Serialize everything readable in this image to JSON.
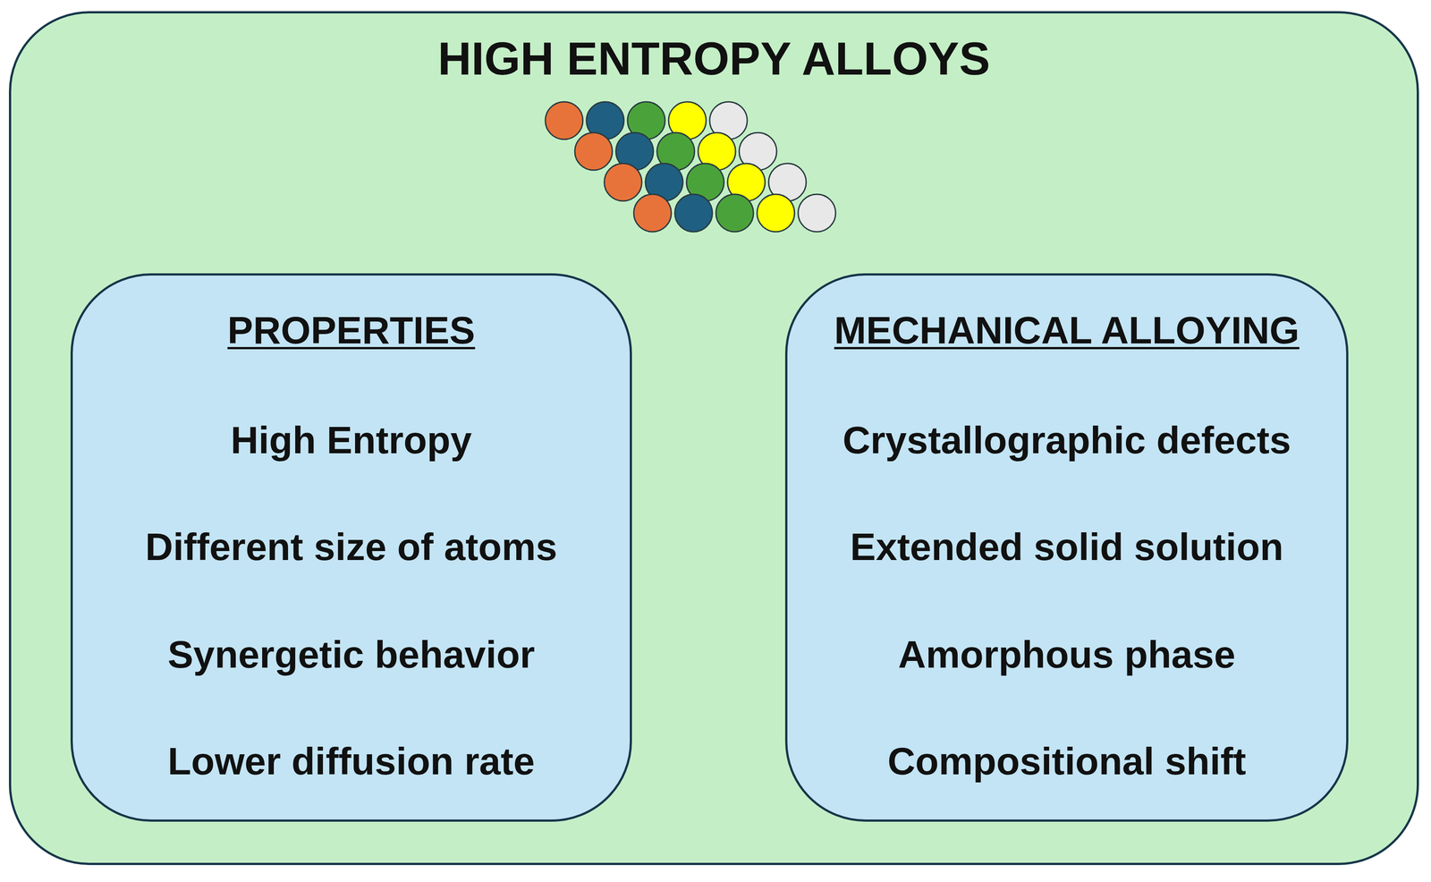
{
  "diagram": {
    "nodes": [
      {
        "text": [
          "HIGH ENTROPY ALLOYS"
        ]
      },
      {
        "text": [
          "PROPERTIES",
          "High Entropy",
          "Different size of atoms",
          "Synergetic behavior",
          "Lower diffusion rate"
        ],
        "in": 0
      },
      {
        "text": [
          "MECHANICAL ALLOYING",
          "Crystallographic defects",
          "Extended solid solution",
          "Amorphous phase",
          "Compositional shift"
        ],
        "in": 0
      }
    ]
  }
}
